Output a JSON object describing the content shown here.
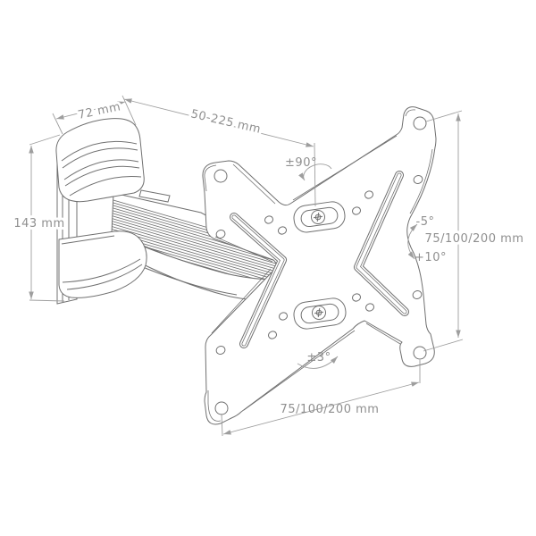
{
  "diagram": {
    "type": "technical-line-drawing",
    "subject": "Articulating TV wall mount bracket with VESA adapter plate",
    "colors": {
      "background": "#ffffff",
      "drawing_line": "#707070",
      "dimension_line": "#9e9e9e",
      "label_text": "#8f8f8f"
    },
    "labels": {
      "wall_plate_width": "72 mm",
      "arm_extension_range": "50-225 mm",
      "wall_plate_height": "143 mm",
      "swivel_angle": "±90°",
      "tilt_up": "-5°",
      "tilt_down": "+10°",
      "vesa_vertical": "75/100/200 mm",
      "level_rotation": "±3°",
      "vesa_horizontal": "75/100/200 mm"
    }
  }
}
